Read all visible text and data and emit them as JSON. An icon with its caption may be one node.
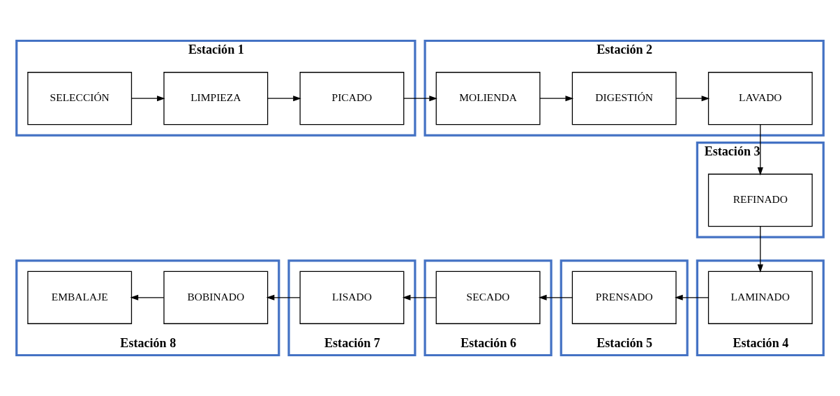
{
  "diagram": {
    "nodes": [
      {
        "text": [
          "Estación 1"
        ]
      },
      {
        "text": [
          "SELECCIÓN"
        ],
        "in": 0
      },
      {
        "text": [
          "LIMPIEZA"
        ],
        "in": 0
      },
      {
        "text": [
          "PICADO"
        ],
        "in": 0
      },
      {
        "text": [
          "Estación 2"
        ]
      },
      {
        "text": [
          "MOLIENDA"
        ],
        "in": 4
      },
      {
        "text": [
          "DIGESTIÓN"
        ],
        "in": 4
      },
      {
        "text": [
          "LAVADO"
        ],
        "in": 4
      },
      {
        "text": [
          "Estación 3"
        ]
      },
      {
        "text": [
          "REFINADO"
        ],
        "in": 8
      },
      {
        "text": [
          "Estación 4"
        ]
      },
      {
        "text": [
          "LAMINADO"
        ],
        "in": 10
      },
      {
        "text": [
          "Estación 5"
        ]
      },
      {
        "text": [
          "PRENSADO"
        ],
        "in": 12
      },
      {
        "text": [
          "Estación 6"
        ]
      },
      {
        "text": [
          "SECADO"
        ],
        "in": 14
      },
      {
        "text": [
          "Estación 7"
        ]
      },
      {
        "text": [
          "LISADO"
        ],
        "in": 16
      },
      {
        "text": [
          "Estación 8"
        ]
      },
      {
        "text": [
          "EMBALAJE"
        ],
        "in": 18
      },
      {
        "text": [
          "BOBINADO"
        ],
        "in": 18
      }
    ],
    "edges": [
      {
        "from": 1,
        "to": 2,
        "arrow": "to"
      },
      {
        "from": 2,
        "to": 3,
        "arrow": "to"
      },
      {
        "from": 3,
        "to": 5,
        "arrow": "to"
      },
      {
        "from": 5,
        "to": 6,
        "arrow": "to"
      },
      {
        "from": 6,
        "to": 7,
        "arrow": "to"
      },
      {
        "from": 7,
        "to": 9,
        "arrow": "to"
      },
      {
        "from": 9,
        "to": 11,
        "arrow": "to"
      },
      {
        "from": 11,
        "to": 13,
        "arrow": "to"
      },
      {
        "from": 13,
        "to": 15,
        "arrow": "to"
      },
      {
        "from": 15,
        "to": 17,
        "arrow": "to"
      },
      {
        "from": 17,
        "to": 20,
        "arrow": "to"
      },
      {
        "from": 20,
        "to": 19,
        "arrow": "to"
      }
    ]
  }
}
